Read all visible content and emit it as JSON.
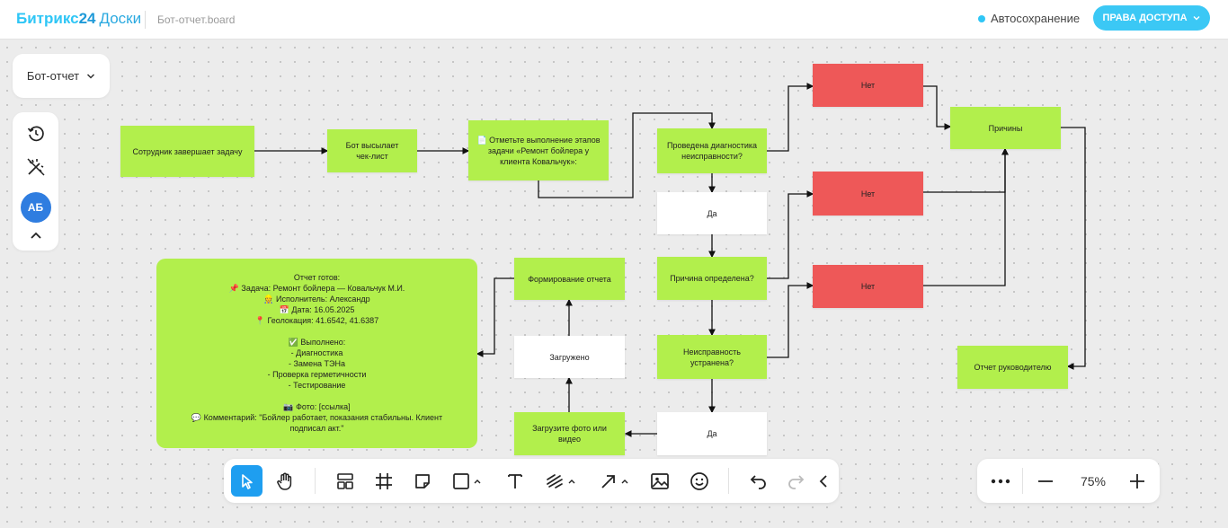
{
  "header": {
    "logo_brand": "Битрикс",
    "logo_num": "24",
    "logo_product": "Доски",
    "filename": "Бот-отчет.board",
    "autosave": "Автосохранение",
    "access_button": "ПРАВА ДОСТУПА"
  },
  "board_selector": {
    "label": "Бот-отчет"
  },
  "left_toolbar": {
    "avatar_initials": "АБ"
  },
  "nodes": {
    "employee_completes": "Сотрудник завершает задачу",
    "bot_sends_checklist": "Бот высылает чек-лист",
    "mark_steps": "📄 Отметьте выполнение этапов задачи «Ремонт бойлера у клиента Ковальчук»:",
    "diagnostics_done": "Проведена диагностика неисправности?",
    "no_1": "Нет",
    "no_2": "Нет",
    "no_3": "Нет",
    "reasons": "Причины",
    "yes_1": "Да",
    "cause_determined": "Причина определена?",
    "fault_fixed": "Неисправность устранена?",
    "yes_2": "Да",
    "upload_media": "Загрузите фото или видео",
    "uploaded": "Загружено",
    "report_forming": "Формирование отчета",
    "report_to_manager": "Отчет руководителю"
  },
  "report_card": {
    "lines": [
      "Отчет готов:",
      "📌 Задача: Ремонт бойлера — Ковальчук М.И.",
      "👷 Исполнитель: Александр",
      "📅 Дата: 16.05.2025",
      "📍 Геолокация: 41.6542, 41.6387",
      "",
      "✅ Выполнено:",
      "- Диагностика",
      "- Замена ТЭНа",
      "- Проверка герметичности",
      "- Тестирование",
      "",
      "📷 Фото: [ссылка]",
      "💬 Комментарий: \"Бойлер работает, показания стабильны. Клиент",
      "подписал акт.\""
    ]
  },
  "zoom": {
    "value": "75%"
  }
}
